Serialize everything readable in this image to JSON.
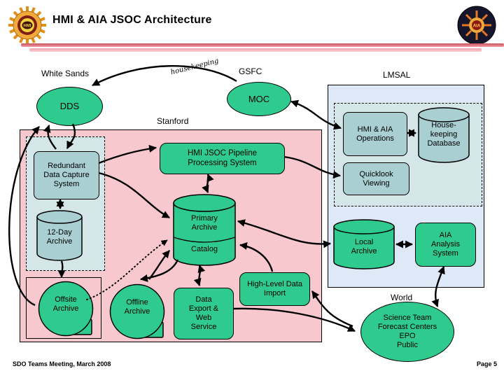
{
  "header": {
    "title": "HMI & AIA  JSOC Architecture",
    "left_logo_text": "HMI",
    "right_logo_text": "AIA"
  },
  "regions": {
    "white_sands": "White Sands",
    "gsfc": "GSFC",
    "lmsal": "LMSAL",
    "stanford": "Stanford",
    "world": "World"
  },
  "edge_labels": {
    "housekeeping": "housekeeping"
  },
  "nodes": {
    "dds": "DDS",
    "moc": "MOC",
    "hmi_aia_operations": "HMI & AIA Operations",
    "housekeeping_database": "House-keeping Database",
    "quicklook_viewing": "Quicklook Viewing",
    "redundant_data_capture_system": "Redundant Data Capture System",
    "twelve_day_archive": "12-Day Archive",
    "pipeline": "HMI JSOC Pipeline Processing System",
    "primary_archive": "Primary Archive",
    "catalog": "Catalog",
    "local_archive": "Local Archive",
    "aia_analysis_system": "AIA Analysis System",
    "offsite_archive": "Offsite Archive",
    "offline_archive": "Offline Archive",
    "data_export": "Data Export & Web Service",
    "high_level_data_import": "High-Level Data Import",
    "world_audiences": "Science Team\nForecast Centers\nEPO\nPublic"
  },
  "footer": {
    "left": "SDO Teams Meeting, March 2008",
    "right": "Page 5"
  },
  "colors": {
    "node_green": "#2eca8e",
    "node_teal": "#a9cfd3",
    "region_pink": "#f7c8ce",
    "region_blue": "#dde9f6",
    "dashed_fill": "#d5e6e8",
    "accent_red": "#c9545f"
  }
}
